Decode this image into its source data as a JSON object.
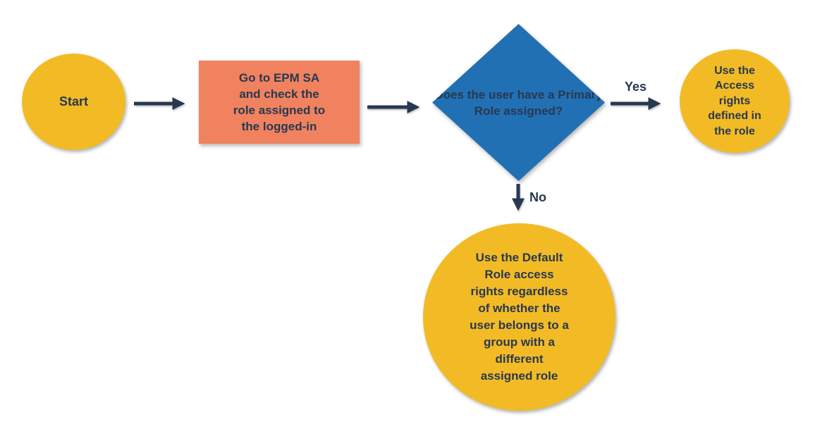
{
  "diagram": {
    "type": "flowchart",
    "colors": {
      "node_yellow": "#F2BB26",
      "node_orange": "#F0825F",
      "node_blue": "#2270B4",
      "text_dark": "#28384F",
      "arrow": "#28384F",
      "background": "#FFFFFF"
    },
    "nodes": {
      "start": {
        "shape": "circle",
        "color": "#F2BB26",
        "label": "Start"
      },
      "process": {
        "shape": "rectangle",
        "color": "#F0825F",
        "label": "Go to EPM SA\nand check the\nrole assigned to\nthe logged-in"
      },
      "decision": {
        "shape": "diamond",
        "color": "#2270B4",
        "label": "Does the\nuser have\na Primary\nRole\nassigned?"
      },
      "yes_outcome": {
        "shape": "circle",
        "color": "#F2BB26",
        "label": "Use the\nAccess\nrights\ndefined in\nthe role"
      },
      "no_outcome": {
        "shape": "circle",
        "color": "#F2BB26",
        "label": "Use the Default\nRole access\nrights regardless\nof whether the\nuser belongs to a\ngroup with a\ndifferent\nassigned role"
      }
    },
    "edges": {
      "start_to_process": {
        "from": "start",
        "to": "process",
        "label": ""
      },
      "process_to_decision": {
        "from": "process",
        "to": "decision",
        "label": ""
      },
      "decision_to_yes": {
        "from": "decision",
        "to": "yes_outcome",
        "label": "Yes"
      },
      "decision_to_no": {
        "from": "decision",
        "to": "no_outcome",
        "label": "No"
      }
    }
  }
}
